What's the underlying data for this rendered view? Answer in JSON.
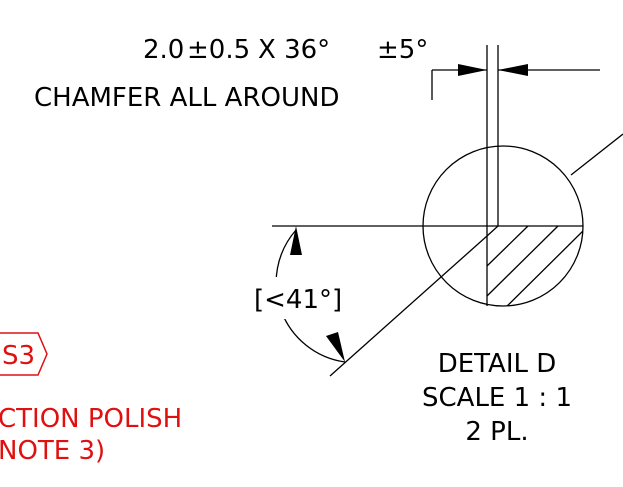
{
  "chamfer_note": {
    "line1_value": "2.0",
    "line1_tol": "±0.5",
    "line1_x": "X 36°",
    "line1_angle_tol": "±5°",
    "line2": "CHAMFER ALL AROUND"
  },
  "angle_dimension": "[<41°]",
  "detail": {
    "title": "DETAIL D",
    "scale": "SCALE 1 : 1",
    "quantity": "2 PL."
  },
  "finish_symbol": {
    "label": "S3",
    "note_line1": "CTION POLISH",
    "note_line2": "NOTE 3)"
  },
  "colors": {
    "line": "#000000",
    "annotation_red": "#e01010"
  }
}
